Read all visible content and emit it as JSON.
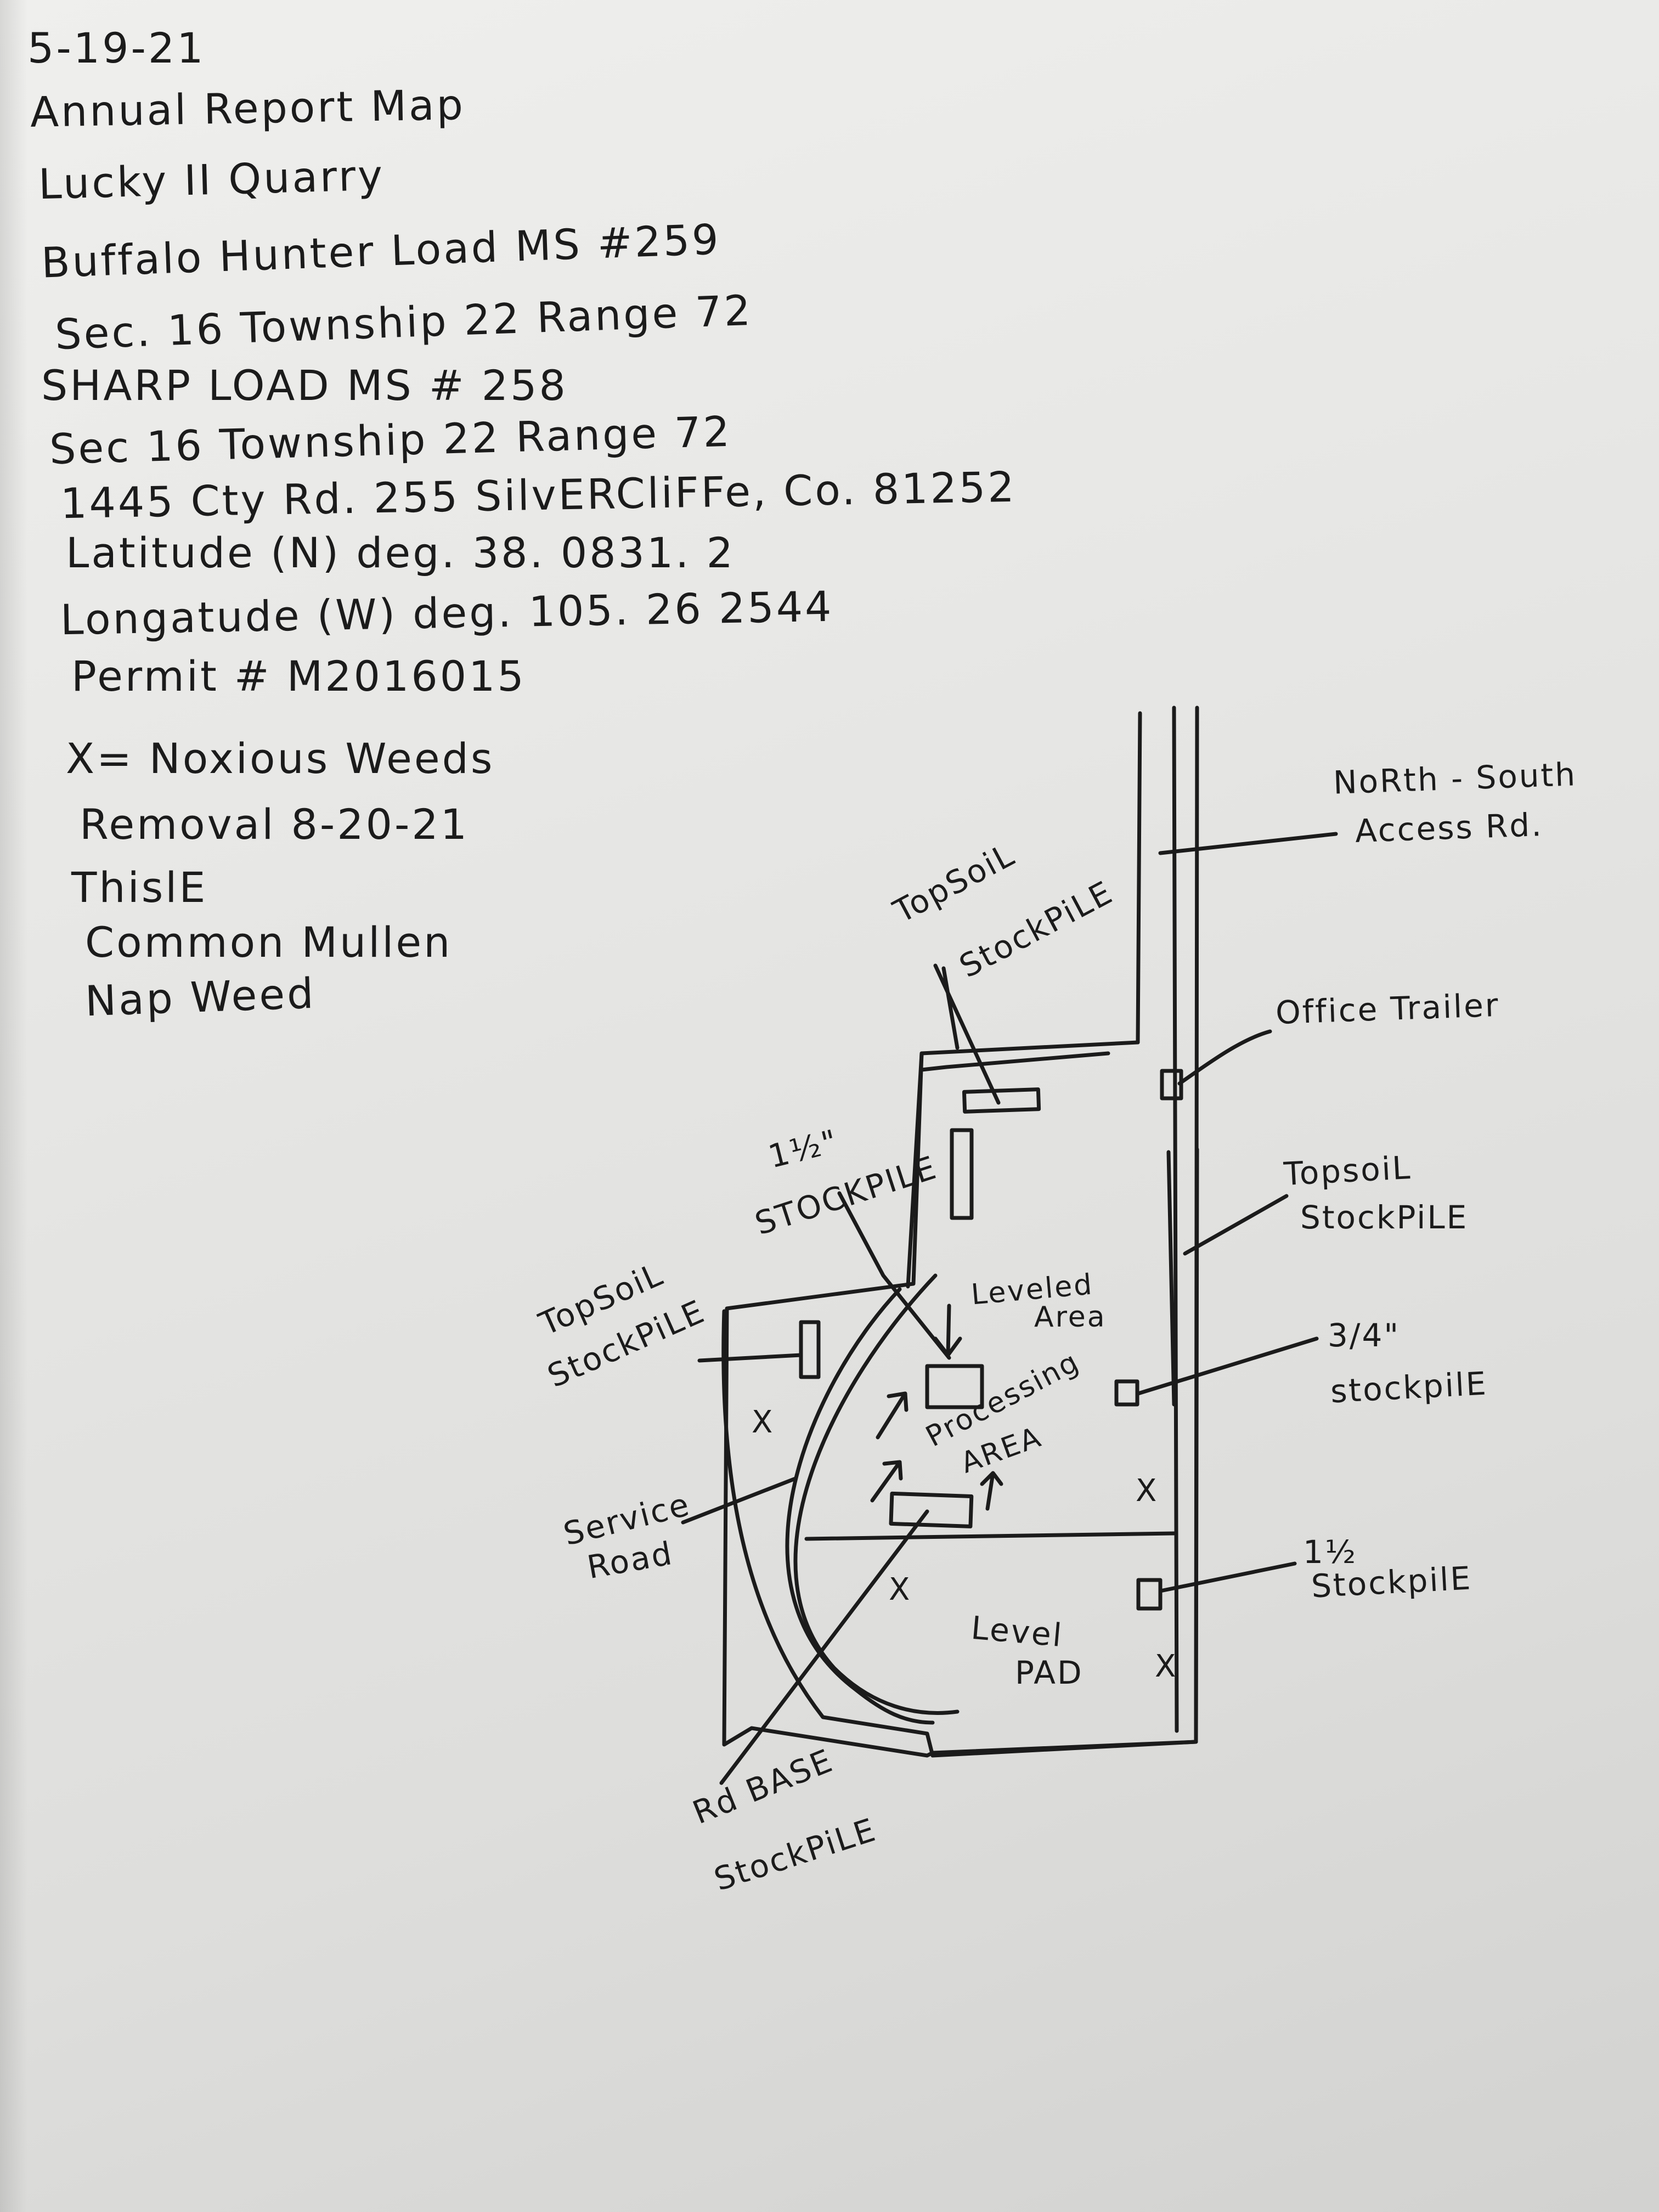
{
  "header": {
    "date": "5-19-21",
    "title": "Annual Report Map",
    "quarry": "Lucky II Quarry",
    "claim_1": "Buffalo Hunter Load MS #259",
    "claim_1_location": "Sec. 16 Township 22 Range 72",
    "claim_2": "SHARP LOAD MS # 258",
    "claim_2_location": "Sec 16 Township 22 Range 72",
    "address": "1445 Cty Rd. 255 SilvERCliFFe, Co. 81252",
    "latitude": "Latitude (N) deg. 38. 0831. 2",
    "longitude": "Longatude (W) deg. 105. 26 2544",
    "permit": "Permit # M2016015"
  },
  "legend": {
    "key": "X= Noxious Weeds",
    "removal": "Removal 8-20-21",
    "weeds": [
      "ThislE",
      "Common Mullen",
      "Nap Weed"
    ]
  },
  "map_labels": {
    "north_south_road": [
      "NoRth - South",
      "Access Rd."
    ],
    "office_trailer": "Office Trailer",
    "topsoil_top": [
      "TopSoiL",
      "StockPiLE"
    ],
    "topsoil_right": [
      "TopsoiL",
      "StockPiLE"
    ],
    "topsoil_left": [
      "TopSoiL",
      "StockPiLE"
    ],
    "stockpile_1_5_in": [
      "1½\"",
      "STOCKPILE"
    ],
    "stockpile_3_4": [
      "3/4\"",
      "stockpilE"
    ],
    "stockpile_1_5": [
      "1½",
      "StockpilE"
    ],
    "leveled_area": [
      "Leveled",
      "Area"
    ],
    "processing_area": [
      "Processing",
      "AREA"
    ],
    "service_road": [
      "Service",
      "Road"
    ],
    "level_pad": [
      "Level",
      "PAD"
    ],
    "rd_base": [
      "Rd BASE",
      "StockPiLE"
    ],
    "weed_mark": "X"
  }
}
